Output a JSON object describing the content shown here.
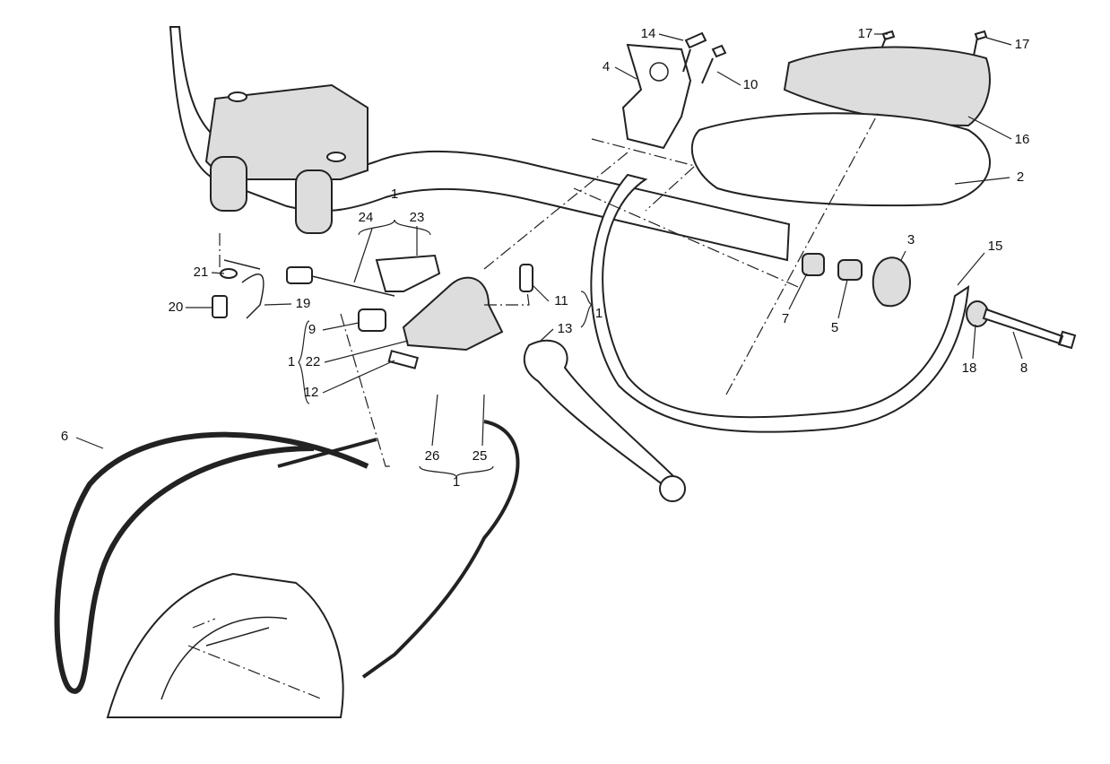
{
  "diagram": {
    "labels": {
      "l14": "14",
      "l17a": "17",
      "l17b": "17",
      "l4": "4",
      "l10": "10",
      "l16": "16",
      "l2": "2",
      "l1a": "1",
      "l24": "24",
      "l23": "23",
      "l3": "3",
      "l15": "15",
      "l21": "21",
      "l19": "19",
      "l20": "20",
      "l11": "11",
      "l1b": "1",
      "l13": "13",
      "l9": "9",
      "l22": "22",
      "l1c": "1",
      "l12": "12",
      "l7": "7",
      "l5": "5",
      "l18": "18",
      "l8": "8",
      "l6": "6",
      "l26": "26",
      "l25": "25",
      "l1d": "1"
    }
  }
}
